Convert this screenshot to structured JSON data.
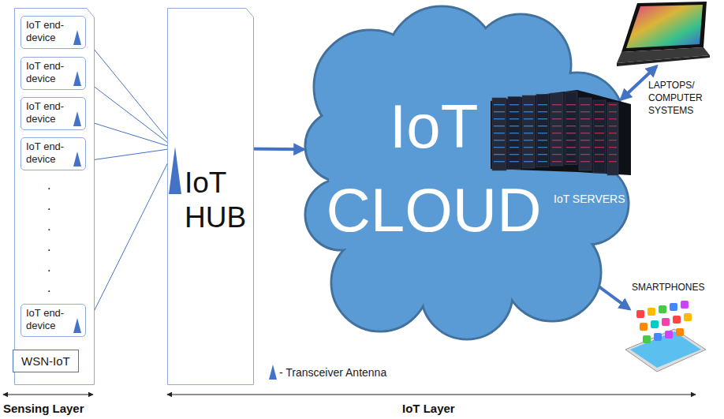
{
  "diagram": {
    "nodes": [
      {
        "text": [
          "WSN-IoT"
        ]
      },
      {
        "text": [
          "IoT end-device"
        ],
        "in": 0
      },
      {
        "text": [
          "IoT end-device"
        ],
        "in": 0
      },
      {
        "text": [
          "IoT end-device"
        ],
        "in": 0
      },
      {
        "text": [
          "IoT end-device"
        ],
        "in": 0
      },
      {
        "text": [
          "IoT end-device"
        ],
        "in": 0
      },
      {
        "text": [
          "IoT HUB"
        ]
      },
      {
        "text": [
          "IoT CLOUD"
        ]
      },
      {
        "text": [
          "IoT SERVERS"
        ]
      },
      {
        "text": [
          "LAPTOPS/ COMPUTER SYSTEMS"
        ]
      },
      {
        "text": [
          "SMARTPHONES"
        ]
      }
    ],
    "edges": [
      {
        "from": 6,
        "to": 1,
        "arrow": "to"
      },
      {
        "from": 6,
        "to": 2,
        "arrow": "to"
      },
      {
        "from": 6,
        "to": 3,
        "arrow": "to"
      },
      {
        "from": 6,
        "to": 4,
        "arrow": "to"
      },
      {
        "from": 6,
        "to": 5,
        "arrow": "to"
      },
      {
        "from": 6,
        "to": 7,
        "arrow": "both"
      },
      {
        "from": 8,
        "to": 9,
        "arrow": "both"
      },
      {
        "from": 7,
        "to": 10,
        "arrow": "both"
      }
    ],
    "labels": [
      ".",
      ".",
      ".",
      ".",
      ".",
      ".",
      "Sensing Layer",
      "IoT Layer"
    ],
    "legend": [
      {
        "text": "- Transceiver Antenna"
      }
    ]
  }
}
